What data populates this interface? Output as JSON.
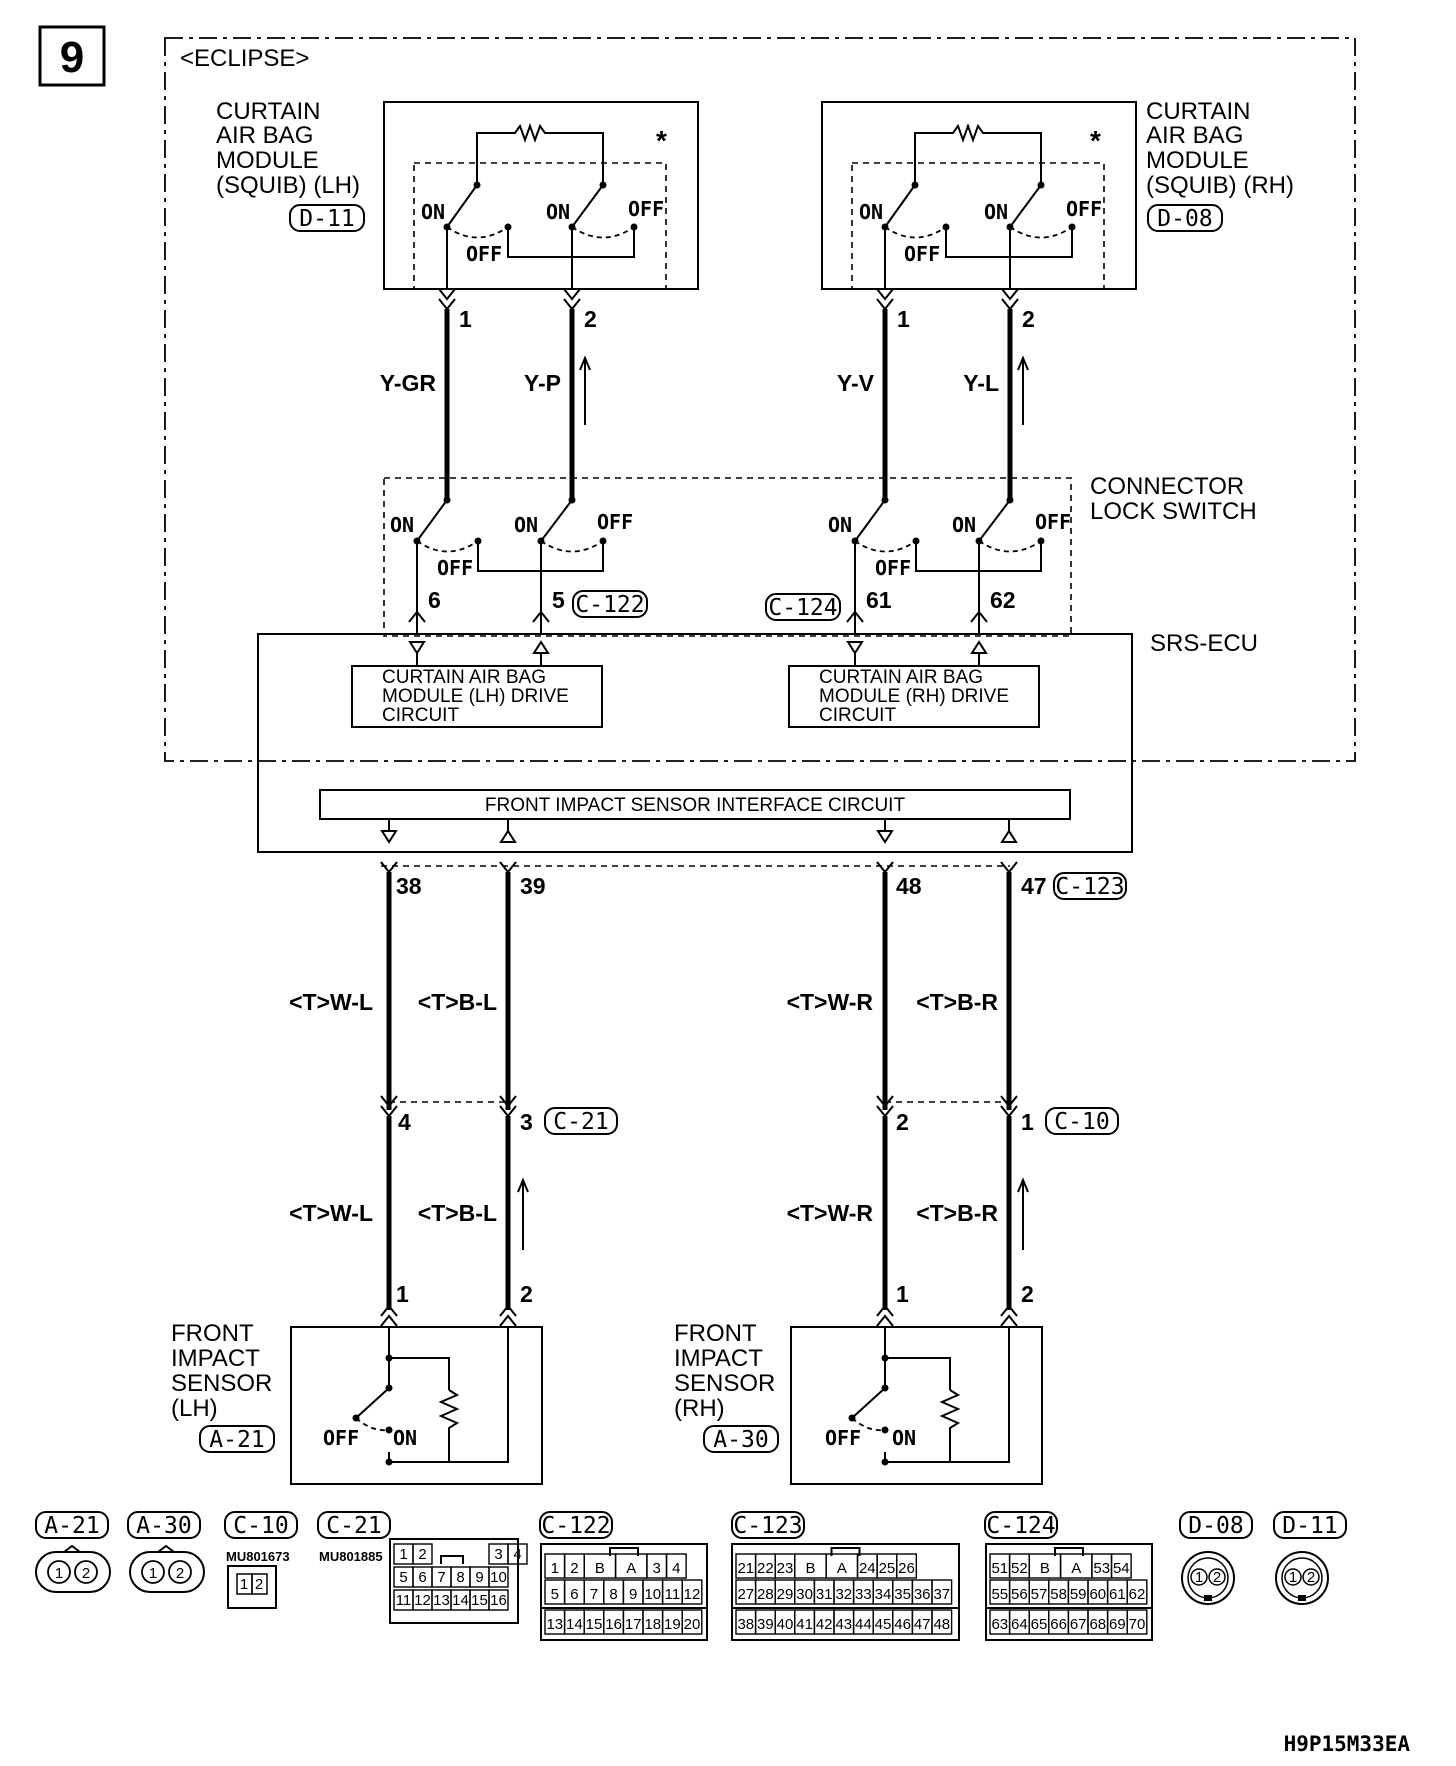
{
  "page_number": "9",
  "scope_label": "<ECLIPSE>",
  "diagram_code": "H9P15M33EA",
  "components": {
    "curtain_lh": {
      "lines": [
        "CURTAIN",
        "AIR BAG",
        "MODULE",
        "(SQUIB) (LH)"
      ],
      "connector": "D-11"
    },
    "curtain_rh": {
      "lines": [
        "CURTAIN",
        "AIR BAG",
        "MODULE",
        "(SQUIB) (RH)"
      ],
      "connector": "D-08"
    },
    "connector_lock_switch": {
      "lines": [
        "CONNECTOR",
        "LOCK SWITCH"
      ]
    },
    "srs_ecu": {
      "label": "SRS-ECU"
    },
    "drive_lh": {
      "lines": [
        "CURTAIN AIR BAG",
        "MODULE (LH) DRIVE",
        "CIRCUIT"
      ]
    },
    "drive_rh": {
      "lines": [
        "CURTAIN AIR BAG",
        "MODULE (RH) DRIVE",
        "CIRCUIT"
      ]
    },
    "interface": {
      "label": "FRONT IMPACT SENSOR INTERFACE CIRCUIT"
    },
    "sensor_lh": {
      "lines": [
        "FRONT",
        "IMPACT",
        "SENSOR",
        "(LH)"
      ],
      "connector": "A-21"
    },
    "sensor_rh": {
      "lines": [
        "FRONT",
        "IMPACT",
        "SENSOR",
        "(RH)"
      ],
      "connector": "A-30"
    }
  },
  "switch_labels": {
    "on": "ON",
    "off": "OFF",
    "marker": "*"
  },
  "pins": {
    "module_lh": [
      "1",
      "2"
    ],
    "module_rh": [
      "1",
      "2"
    ],
    "lock_lh": [
      "6",
      "5"
    ],
    "lock_rh": [
      "61",
      "62"
    ],
    "ecu_c123": [
      "38",
      "39",
      "48",
      "47"
    ],
    "c21": [
      "4",
      "3"
    ],
    "c10": [
      "2",
      "1"
    ],
    "sensor_lh": [
      "1",
      "2"
    ],
    "sensor_rh": [
      "1",
      "2"
    ]
  },
  "connector_refs": {
    "c122": "C-122",
    "c124": "C-124",
    "c123": "C-123",
    "c21": "C-21",
    "c10": "C-10"
  },
  "wires": {
    "upper": [
      "Y-GR",
      "Y-P",
      "Y-V",
      "Y-L"
    ],
    "middle": [
      "<T>W-L",
      "<T>B-L",
      "<T>W-R",
      "<T>B-R"
    ],
    "lower": [
      "<T>W-L",
      "<T>B-L",
      "<T>W-R",
      "<T>B-R"
    ]
  },
  "connector_views": {
    "labels": [
      "A-21",
      "A-30",
      "C-10",
      "C-21",
      "C-122",
      "C-123",
      "C-124",
      "D-08",
      "D-11"
    ],
    "part_numbers": {
      "c10": "MU801673",
      "c21": "MU801885"
    },
    "two_pin": [
      "1",
      "2"
    ],
    "c10_cells": [
      "1",
      "2"
    ],
    "c21_cells": [
      [
        "1",
        "2",
        "",
        "",
        "",
        "3",
        "4"
      ],
      [
        "5",
        "6",
        "7",
        "8",
        "9",
        "10"
      ],
      [
        "11",
        "12",
        "13",
        "14",
        "15",
        "16"
      ]
    ],
    "c122_cells": {
      "row1": [
        "1",
        "2",
        "B",
        "A",
        "3",
        "4"
      ],
      "row2": [
        "5",
        "6",
        "7",
        "8",
        "9",
        "10",
        "11",
        "12"
      ],
      "row3": [
        "13",
        "14",
        "15",
        "16",
        "17",
        "18",
        "19",
        "20"
      ]
    },
    "c123_cells": {
      "row1": [
        "21",
        "22",
        "23",
        "B",
        "A",
        "24",
        "25",
        "26"
      ],
      "row2": [
        "27",
        "28",
        "29",
        "30",
        "31",
        "32",
        "33",
        "34",
        "35",
        "36",
        "37"
      ],
      "row3": [
        "38",
        "39",
        "40",
        "41",
        "42",
        "43",
        "44",
        "45",
        "46",
        "47",
        "48"
      ]
    },
    "c124_cells": {
      "row1": [
        "51",
        "52",
        "B",
        "A",
        "53",
        "54"
      ],
      "row2": [
        "55",
        "56",
        "57",
        "58",
        "59",
        "60",
        "61",
        "62"
      ],
      "row3": [
        "63",
        "64",
        "65",
        "66",
        "67",
        "68",
        "69",
        "70"
      ]
    }
  }
}
